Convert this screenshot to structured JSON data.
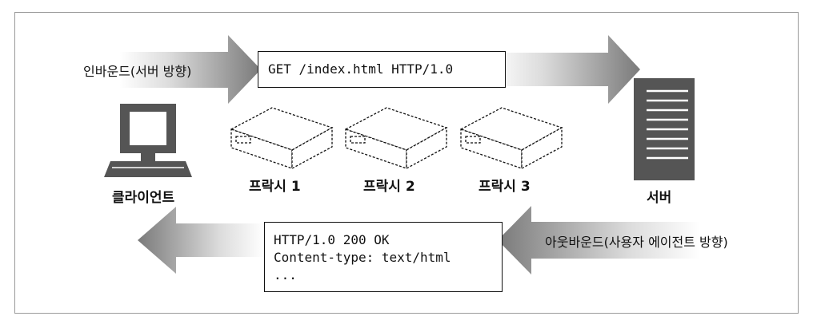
{
  "inbound_label": "인바운드(서버 방향)",
  "outbound_label": "아웃바운드(사용자 에이전트 방향)",
  "request_message": "GET /index.html HTTP/1.0",
  "response_message": [
    "HTTP/1.0 200 OK",
    "Content-type: text/html",
    "..."
  ],
  "client_label": "클라이언트",
  "server_label": "서버",
  "proxies": [
    {
      "label": "프락시 1"
    },
    {
      "label": "프락시 2"
    },
    {
      "label": "프락시 3"
    }
  ]
}
